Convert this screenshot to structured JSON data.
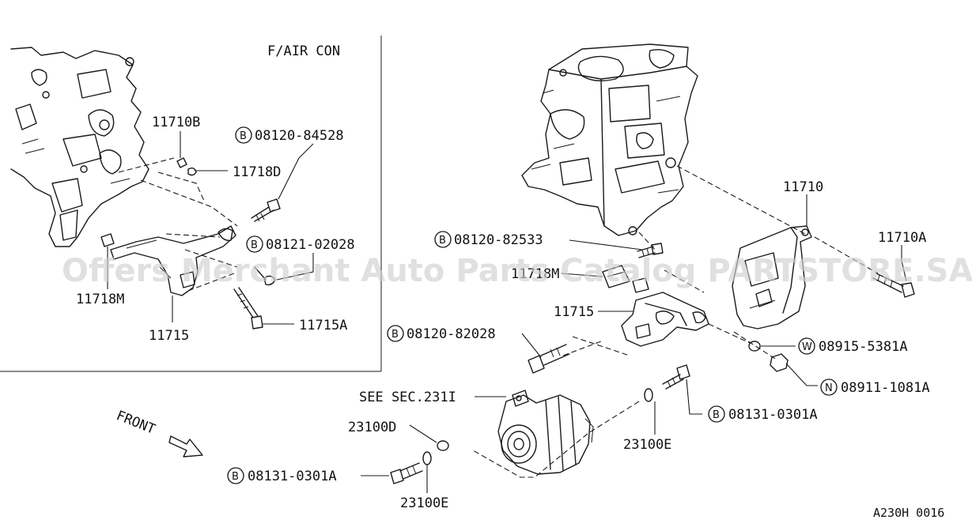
{
  "inset": {
    "title": "F/AIR CON"
  },
  "watermark": "Offers Merchant Auto Parts Catalog PARTSTORE.SA",
  "figure_code": "A230H 0016",
  "front_label": "FRONT",
  "badges": {
    "B": "B",
    "W": "W",
    "N": "N"
  },
  "inset_labels": {
    "p11710B": "11710B",
    "p11718D": "11718D",
    "b08120_84528": "08120-84528",
    "b08121_02028": "08121-02028",
    "p11718M": "11718M",
    "p11715": "11715",
    "p11715A": "11715A"
  },
  "main_labels": {
    "p11710": "11710",
    "p11710A": "11710A",
    "b08120_82533": "08120-82533",
    "p11718M": "11718M",
    "p11715": "11715",
    "b08120_82028": "08120-82028",
    "w08915_5381A": "08915-5381A",
    "n08911_1081A": "08911-1081A",
    "see_sec": "SEE SEC.231I",
    "b08131_0301A_right": "08131-0301A",
    "p23100D": "23100D",
    "p23100E_right": "23100E",
    "b08131_0301A_left": "08131-0301A",
    "p23100E_bottom": "23100E"
  }
}
